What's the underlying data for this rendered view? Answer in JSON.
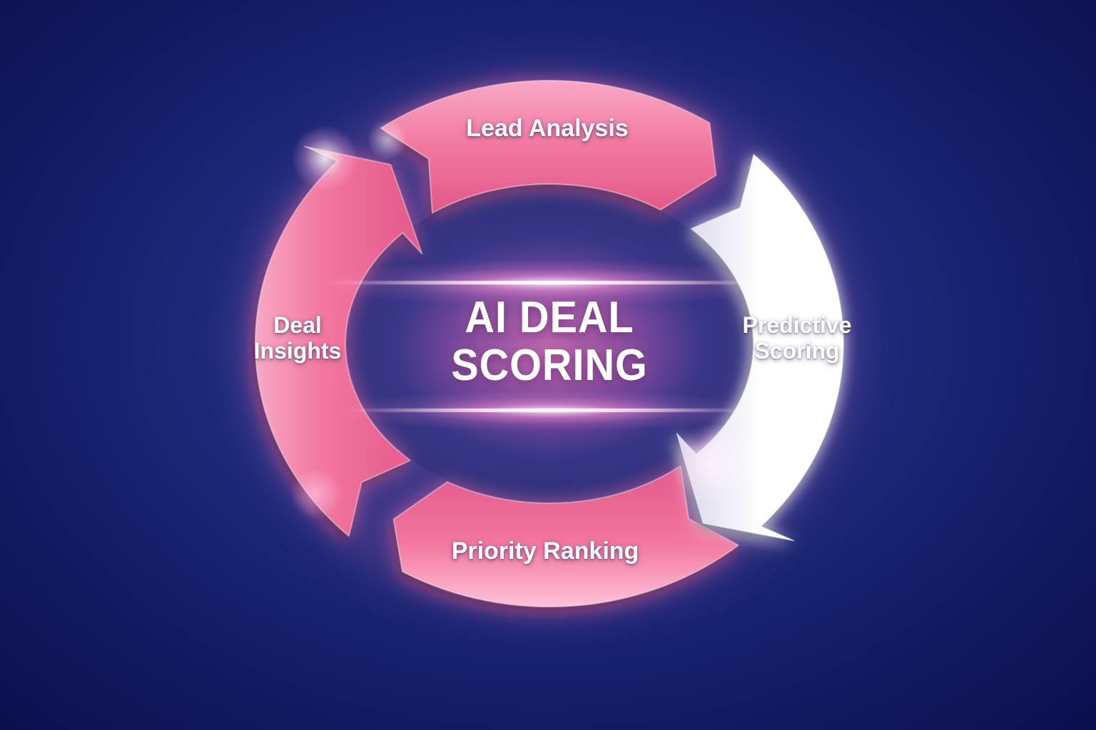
{
  "diagram": {
    "title_line1": "AI DEAL",
    "title_line2": "SCORING",
    "flow": "clockwise",
    "steps": [
      {
        "id": "lead-analysis",
        "line1": "Lead Analysis",
        "line2": "",
        "position": "top",
        "arc_style": "pink"
      },
      {
        "id": "predictive-scoring",
        "line1": "Predictive",
        "line2": "Scoring",
        "position": "right",
        "arc_style": "white"
      },
      {
        "id": "priority-ranking",
        "line1": "Priority Ranking",
        "line2": "",
        "position": "bottom",
        "arc_style": "pink"
      },
      {
        "id": "deal-insights",
        "line1": "Deal",
        "line2": "Insights",
        "position": "left",
        "arc_style": "pink"
      }
    ]
  },
  "colors": {
    "background_center": "#2b3a8c",
    "background_mid1": "#1e2b7b",
    "background_mid2": "#131a62",
    "background_edge": "#090d47",
    "pink_light": "#f9a8c6",
    "pink_main": "#f2779f",
    "pink_deep": "#e2588a",
    "pink_rim": "#ffc2d8",
    "white_arc": "#ffffff",
    "white_arc_shade": "#d8d3ea",
    "glow_pink": "#ff6fa5",
    "glow_center": "#ff5f8c",
    "ambient_glow": "#8a4fa2",
    "inner_fill": "#232a68",
    "shadow_navy": "#141448",
    "text": "#ffffff"
  }
}
